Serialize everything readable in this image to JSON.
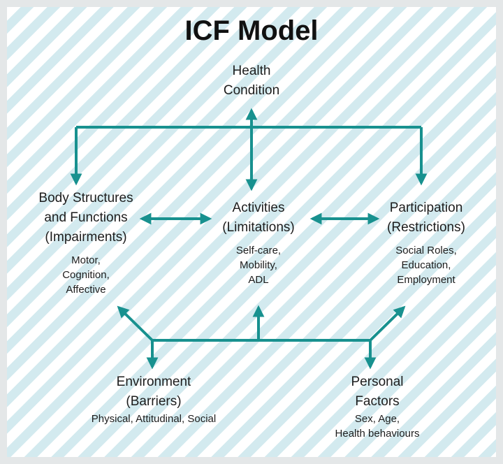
{
  "title": "ICF Model",
  "colors": {
    "arrow": "#18918f",
    "stripe": "#d3eaef",
    "border": "#e4e7e8"
  },
  "nodes": {
    "health_condition": {
      "lines": [
        "Health",
        "Condition"
      ]
    },
    "body_structures": {
      "lines": [
        "Body Structures",
        "and Functions",
        "(Impairments)"
      ],
      "examples": [
        "Motor,",
        "Cognition,",
        "Affective"
      ]
    },
    "activities": {
      "lines": [
        "Activities",
        "(Limitations)"
      ],
      "examples": [
        "Self-care,",
        "Mobility,",
        "ADL"
      ]
    },
    "participation": {
      "lines": [
        "Participation",
        "(Restrictions)"
      ],
      "examples": [
        "Social Roles,",
        "Education,",
        "Employment"
      ]
    },
    "environment": {
      "lines": [
        "Environment",
        "(Barriers)"
      ],
      "examples": [
        "Physical, Attitudinal, Social"
      ]
    },
    "personal_factors": {
      "lines": [
        "Personal",
        "Factors"
      ],
      "examples": [
        "Sex, Age,",
        "Health behaviours"
      ]
    }
  }
}
